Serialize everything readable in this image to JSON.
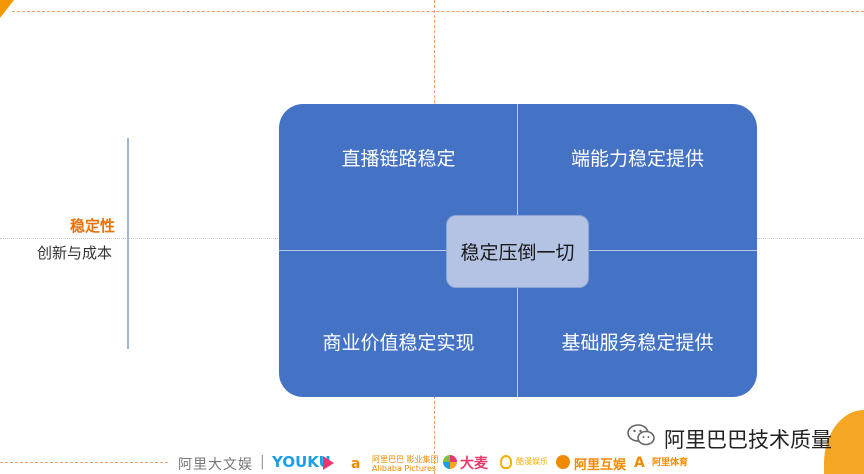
{
  "side": {
    "title": "稳定性",
    "subtitle": "创新与成本"
  },
  "quadrants": {
    "top_left": "直播链路稳定",
    "top_right": "端能力稳定提供",
    "bottom_left": "商业价值稳定实现",
    "bottom_right": "基础服务稳定提供"
  },
  "center": "稳定压倒一切",
  "footer": {
    "alibaba_ent": "阿里大文娱",
    "separator": "|",
    "youku": "YOUKU",
    "pictures": "阿里巴巴 影业集团 Alibaba Pictures",
    "damai": "大麦",
    "entertainment": "酷漫娱乐",
    "huyu": "阿里互娱",
    "sports": "阿里体育"
  },
  "watermark": "阿里巴巴技术质量",
  "colors": {
    "accent_orange": "#e8730c",
    "diagram_blue": "#4472c4",
    "center_fill": "#b4c3e3"
  },
  "icons": [
    "wechat-icon",
    "youku-play-icon",
    "damai-logo-icon",
    "huyu-logo-icon",
    "sports-logo-icon"
  ]
}
